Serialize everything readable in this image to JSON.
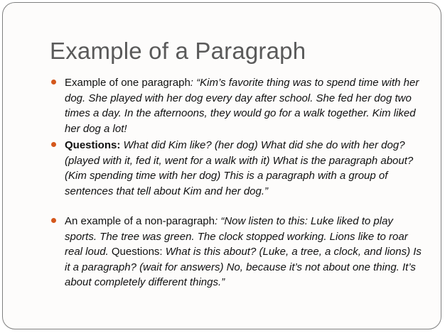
{
  "slide": {
    "title": "Example of a Paragraph",
    "bullet_color": "#d4571c",
    "bullets": [
      {
        "lead": "Example of one paragraph",
        "rest": ": “Kim’s favorite thing was to spend time with her dog. She played with her dog every day after school.  She fed her dog two times a day.  In the afternoons, they would go for a walk together. Kim liked her dog a lot!"
      },
      {
        "lead": "Questions:",
        "rest": " What did Kim like? (her dog)  What did she do with her dog? (played with it, fed it, went for a walk with it)  What is the paragraph about? (Kim spending time with her dog)  This is a paragraph with a group of sentences that tell about Kim and her dog.”"
      },
      {
        "lead": "An example of a non-paragraph",
        "rest1": ": “Now listen to this:  Luke liked to play sports. The tree was green.  The clock stopped working.  Lions like to roar real loud. ",
        "mid": "Questions: ",
        "rest2": "What is this about?  (Luke, a tree, a clock, and lions)   Is it a paragraph? (wait for answers)  No, because it’s not about one thing.  It’s about completely different things.”"
      }
    ]
  }
}
